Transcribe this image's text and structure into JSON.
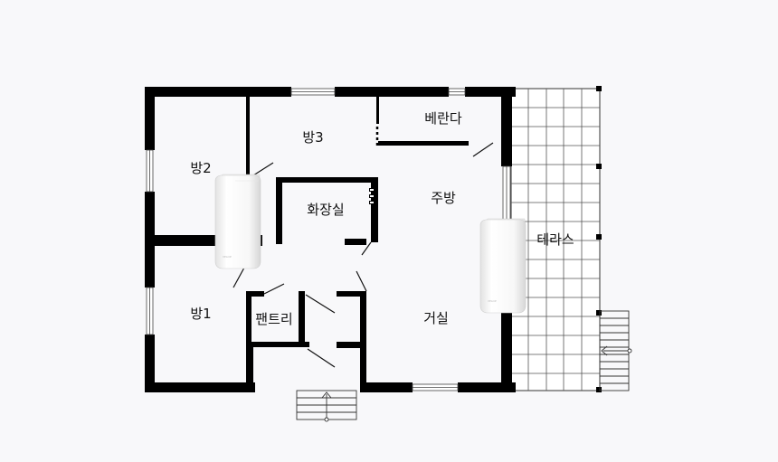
{
  "rooms": {
    "room2": "방2",
    "room3": "방3",
    "balcony": "베란다",
    "bathroom": "화장실",
    "kitchen": "주방",
    "terrace": "테라스",
    "room1": "방1",
    "pantry": "팬트리",
    "living": "거실"
  },
  "routers": [
    {
      "id": "router-left",
      "brand": "VELOP"
    },
    {
      "id": "router-right",
      "brand": "VELOP"
    }
  ],
  "colors": {
    "background": "#f8f8fa",
    "wall": "#000000",
    "router_body": "#f4f4f4",
    "window": "#ffffff"
  }
}
